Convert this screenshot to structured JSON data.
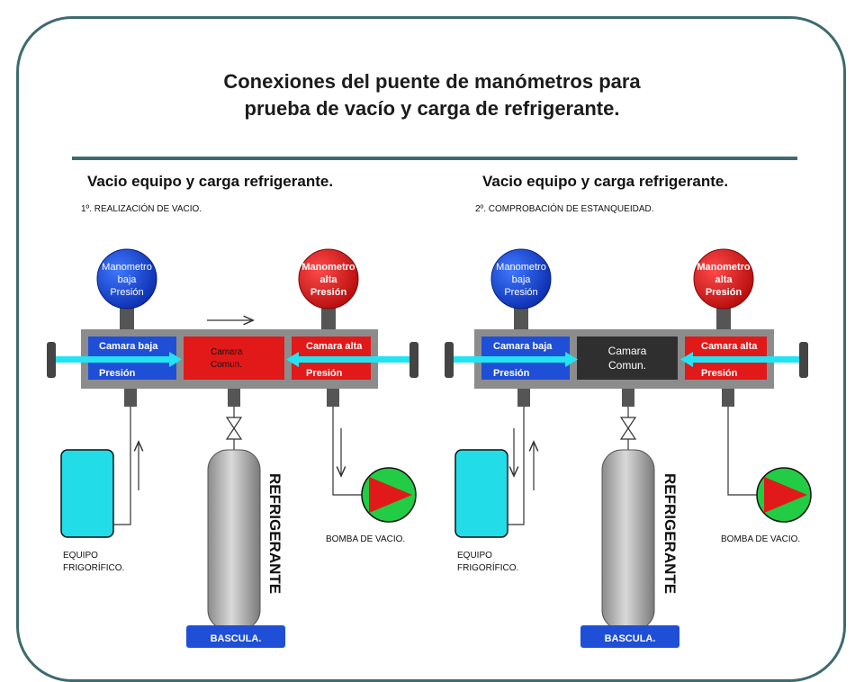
{
  "slide": {
    "title_line1": "Conexiones del puente de manómetros para",
    "title_line2": "prueba de vacío y carga de refrigerante."
  },
  "colors": {
    "frame": "#3d6b6e",
    "low_side": "#1f4fd6",
    "high_side": "#e21919",
    "common_chamber_1": "#e21919",
    "common_chamber_2": "#2f2f2f",
    "flow_arrow": "#23e3f2",
    "manifold_body": "#8c8c8c",
    "equipment": "#22dde8",
    "pump_ring": "#22cc44",
    "pump_triangle": "#e21919",
    "scale_base": "#1f4fd6"
  },
  "panels": [
    {
      "heading": "Vacio equipo y carga refrigerante.",
      "step": "1º. REALIZACIÓN DE VACIO.",
      "gauge_low_label": [
        "Manometro",
        "baja",
        "Presión"
      ],
      "gauge_high_label": [
        "Manometro",
        "alta",
        "Presión"
      ],
      "low_label_top": "Camara baja",
      "low_label_bottom": "Presión",
      "common_label": [
        "Camara",
        "Comun."
      ],
      "high_label_top": "Camara alta",
      "high_label_bottom": "Presión",
      "equipment_label": [
        "EQUIPO",
        "FRIGORÍFICO."
      ],
      "refrigerant_label": "REFRIGERANTE",
      "scale_label": "BASCULA.",
      "pump_label": "BOMBA DE VACIO."
    },
    {
      "heading": "Vacio equipo y carga refrigerante.",
      "step": "2º. COMPROBACIÓN DE ESTANQUEIDAD.",
      "gauge_low_label": [
        "Manometro",
        "baja",
        "Presión"
      ],
      "gauge_high_label": [
        "Manometro",
        "alta",
        "Presión"
      ],
      "low_label_top": "Camara baja",
      "low_label_bottom": "Presión",
      "common_label": [
        "Camara",
        "Comun."
      ],
      "high_label_top": "Camara alta",
      "high_label_bottom": "Presión",
      "equipment_label": [
        "EQUIPO",
        "FRIGORÍFICO."
      ],
      "refrigerant_label": "REFRIGERANTE",
      "scale_label": "BASCULA.",
      "pump_label": "BOMBA DE VACIO."
    }
  ]
}
